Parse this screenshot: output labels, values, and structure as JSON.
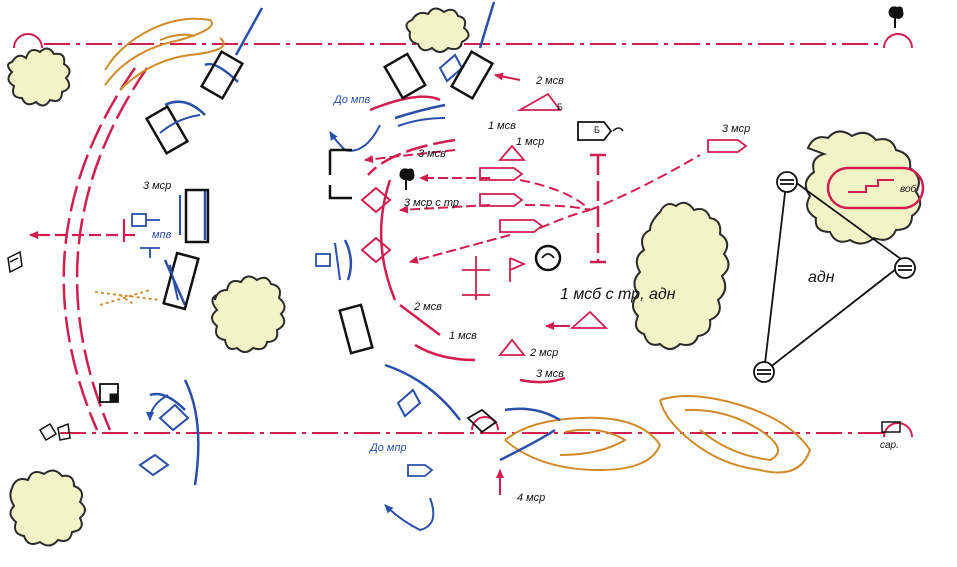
{
  "colors": {
    "friendly": "#d01f4f",
    "enemy": "#2a4fa8",
    "forest_outline": "#2b2b2b",
    "forest_fill": "#f2f4c8",
    "terrain": "#d08a2a",
    "ink": "#111111"
  },
  "labels": {
    "msr3_top": "3 мср",
    "msv2_top": "2 мсв",
    "msv1_top": "1 мсв",
    "msr1_top": "1 мср",
    "msv3_left": "3 мсв",
    "msr3_tr": "3 мср с тр",
    "do_mpv": "До мпв",
    "msr3_left": "3 мср",
    "mpv": "мпв",
    "main_unit": "1 мсб с тр, адн",
    "adn": "адн",
    "vob": "воб",
    "msv2_bottom": "2 мсв",
    "msv1_bottom": "1 мсв",
    "msr2_bottom": "2 мср",
    "msv3_bottom": "3 мсв",
    "do_mpr": "До мпр",
    "msr4": "4 мср",
    "sar": "сар."
  },
  "symbols": {
    "battalion_marker": "Б",
    "battalion_cp": "Б"
  },
  "icons": [
    "tree-icon",
    "battery-icon",
    "command-post-flag-icon",
    "observation-post-icon",
    "artillery-triangle-icon",
    "forest-icon"
  ]
}
